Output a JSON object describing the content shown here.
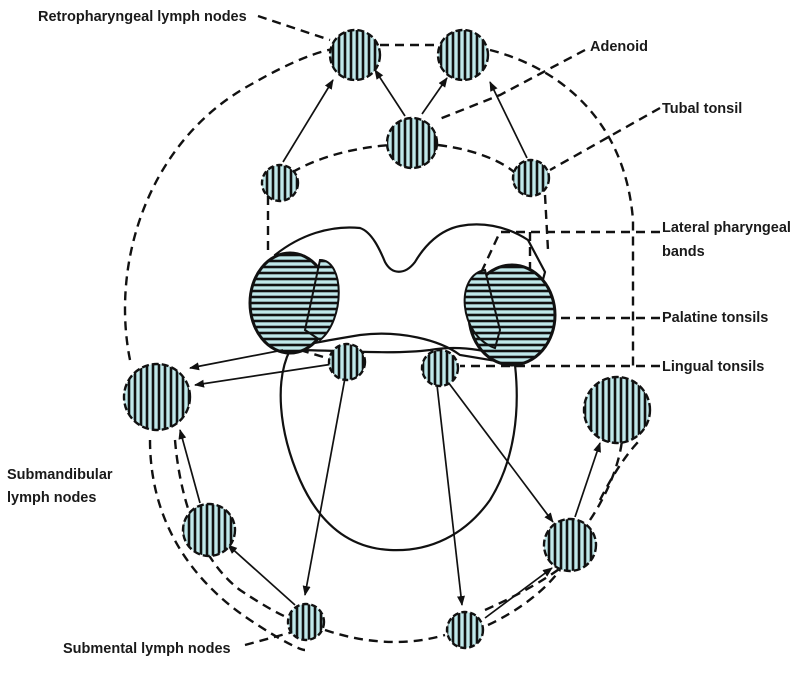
{
  "labels": {
    "retropharyngeal": "Retropharyngeal lymph nodes",
    "adenoid": "Adenoid",
    "tubal": "Tubal tonsil",
    "lateral_line1": "Lateral pharyngeal",
    "lateral_line2": "bands",
    "palatine": "Palatine tonsils",
    "lingual": "Lingual tonsils",
    "submandibular_line1": "Submandibular",
    "submandibular_line2": "lymph nodes",
    "submental": "Submental lymph nodes"
  },
  "colors": {
    "node_fill": "#bfe8ea",
    "stroke": "#111111",
    "tonsil_fill": "#ffffff"
  }
}
